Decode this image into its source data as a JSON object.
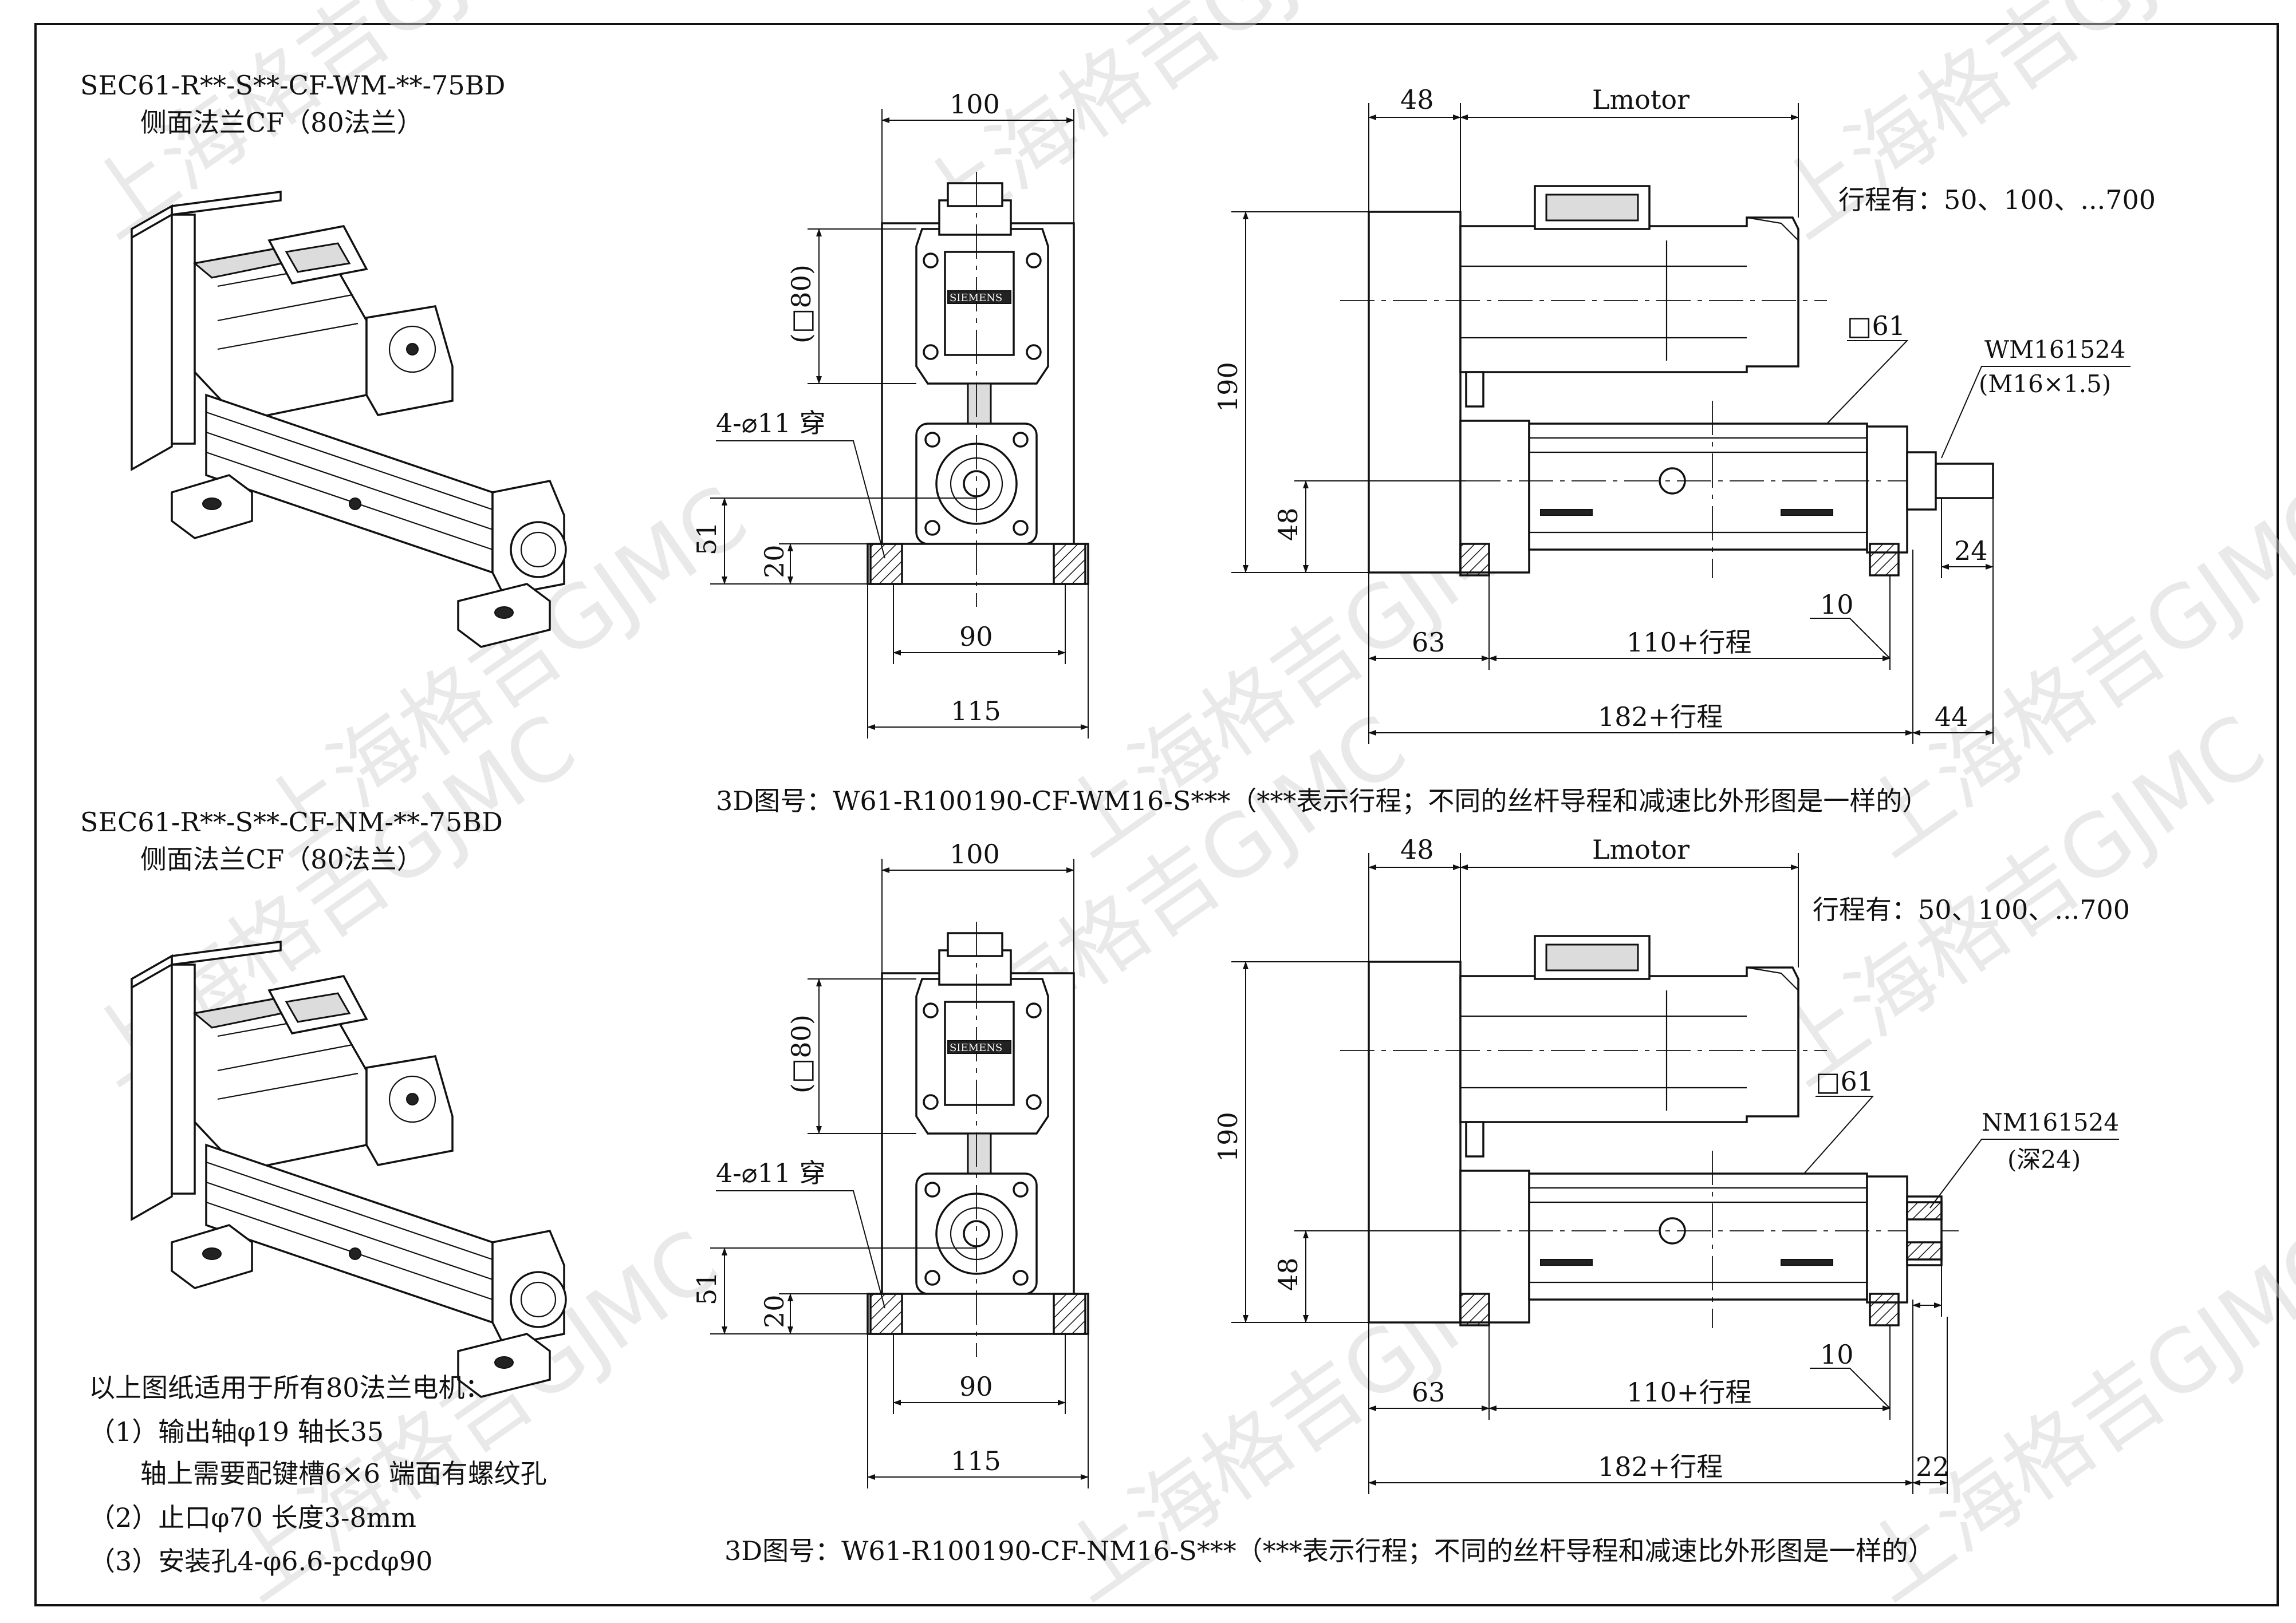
{
  "watermark": "上海格吉GJMC",
  "top": {
    "model": "SEC61-R**-S**-CF-WM-**-75BD",
    "flange": "侧面法兰CF（80法兰）",
    "dims": {
      "front_width": "100",
      "square": "(□80)",
      "holes": "4-⌀11 穿",
      "h51": "51",
      "h20": "20",
      "w90": "90",
      "w115": "115",
      "d48": "48",
      "lmotor": "Lmotor",
      "h190": "190",
      "h48": "48",
      "sq61": "□61",
      "d63": "63",
      "stroke110": "110+行程",
      "d10": "10",
      "d24": "24",
      "total": "182+行程",
      "d_end": "44"
    },
    "strokes": "行程有：50、100、...700",
    "thread_code": "WM161524",
    "thread_spec": "(M16×1.5)",
    "model3d": "3D图号：W61-R100190-CF-WM16-S***（***表示行程；不同的丝杆导程和减速比外形图是一样的）"
  },
  "bottom": {
    "model": "SEC61-R**-S**-CF-NM-**-75BD",
    "flange": "侧面法兰CF（80法兰）",
    "dims": {
      "front_width": "100",
      "square": "(□80)",
      "holes": "4-⌀11 穿",
      "h51": "51",
      "h20": "20",
      "w90": "90",
      "w115": "115",
      "d48": "48",
      "lmotor": "Lmotor",
      "h190": "190",
      "h48": "48",
      "sq61": "□61",
      "d63": "63",
      "stroke110": "110+行程",
      "d10": "10",
      "total": "182+行程",
      "d_end": "22"
    },
    "strokes": "行程有：50、100、...700",
    "thread_code": "NM161524",
    "thread_spec": "(深24)",
    "model3d": "3D图号：W61-R100190-CF-NM16-S***（***表示行程；不同的丝杆导程和减速比外形图是一样的）"
  },
  "notes": {
    "title": "以上图纸适用于所有80法兰电机：",
    "line1": "（1）输出轴φ19 轴长35",
    "line1b": "轴上需要配键槽6×6 端面有螺纹孔",
    "line2": "（2）止口φ70 长度3-8mm",
    "line3": "（3）安装孔4-φ6.6-pcdφ90"
  },
  "motor_brand": "SIEMENS"
}
